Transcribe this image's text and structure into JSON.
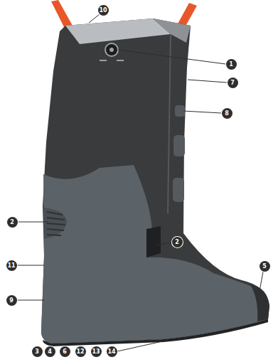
{
  "diagram": {
    "labels": [
      "10",
      "1",
      "7",
      "8",
      "2",
      "2",
      "11",
      "5",
      "9",
      "3",
      "4",
      "6",
      "12",
      "13",
      "14"
    ]
  }
}
